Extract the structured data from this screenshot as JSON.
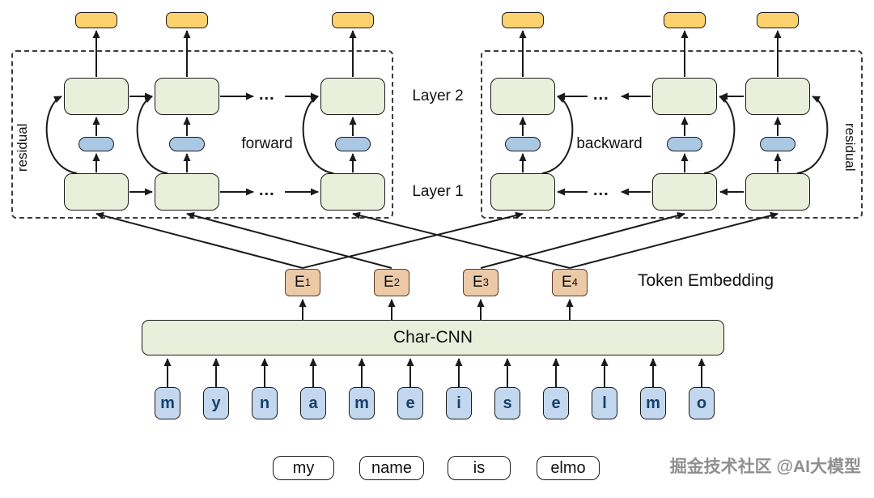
{
  "diagram": {
    "labels": {
      "layer2": "Layer 2",
      "layer1": "Layer 1",
      "forward": "forward",
      "backward": "backward",
      "residual": "residual",
      "token_embedding": "Token Embedding",
      "char_cnn": "Char-CNN",
      "ellipsis": "..."
    },
    "embeddings": [
      {
        "base": "E",
        "sub": "1"
      },
      {
        "base": "E",
        "sub": "2"
      },
      {
        "base": "E",
        "sub": "3"
      },
      {
        "base": "E",
        "sub": "4"
      }
    ],
    "chars": [
      "m",
      "y",
      "n",
      "a",
      "m",
      "e",
      "i",
      "s",
      "e",
      "l",
      "m",
      "o"
    ],
    "words": [
      "my",
      "name",
      "is",
      "elmo"
    ],
    "watermark": "掘金技术社区 @AI大模型",
    "colors": {
      "lstm_box": "#e9efdb",
      "hidden_pill": "#aac7e4",
      "output_box": "#fcd16e",
      "embedding_box": "#eccaa8",
      "char_box": "#c3d8ee",
      "word_box": "#ffffff",
      "arrow": "#1a1a1a"
    }
  }
}
